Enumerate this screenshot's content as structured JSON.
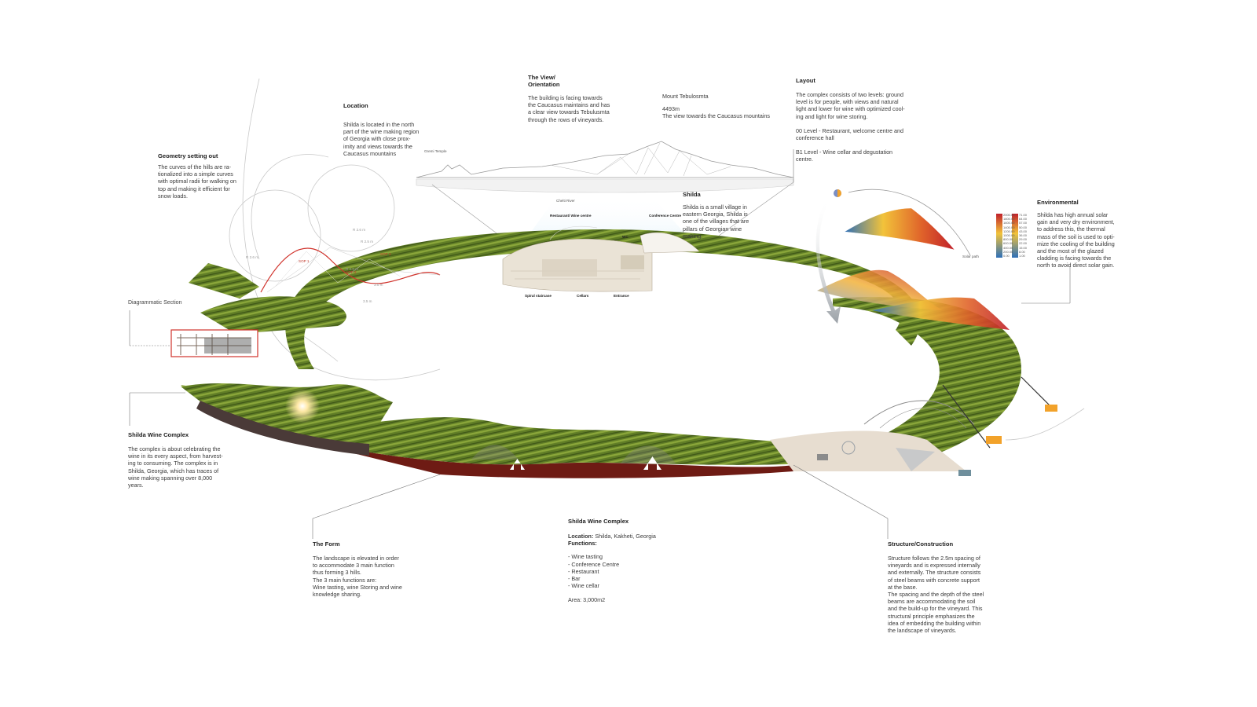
{
  "colors": {
    "background": "#ffffff",
    "vineyard_green": "#5e7a25",
    "vineyard_dark": "#3f561a",
    "base_red": "#6e1b14",
    "section_red": "#d0322b",
    "text": "#333333",
    "leader": "#777777"
  },
  "icons": [
    "sun-icon",
    "up-arrow-icon",
    "curved-arrow-icon"
  ],
  "blocks": {
    "geometry": {
      "title": "Geometry setting out",
      "body": "The curves of the hills are ra-\ntionalized into a simple curves\nwith optimal radii for walking on\ntop and making it efficient for\nsnow loads."
    },
    "location": {
      "title": "Location",
      "body": "Shilda is located in the north\npart of the wine making region\nof Georgia with close prox-\nimity and views towards the\nCaucasus mountains"
    },
    "view": {
      "title": "The View/\nOrientation",
      "body": "The building is facing towards\nthe Caucasus maintains and has\na clear view towards Tebulusmta\nthrough the rows of vineyards."
    },
    "mount": {
      "name": "Mount Tebulosmta",
      "height": "4493m",
      "caption": "The view towards the Caucasus mountains"
    },
    "layout": {
      "title": "Layout",
      "body": "The complex consists of two levels: ground\nlevel is for people, with views and natural\nlight and lower for wine with optimized cool-\ning and light for wine storing.",
      "level0": "00 Level - Restaurant, welcome centre and\nconference hall",
      "level1": "B1 Level - Wine cellar and degustation\ncentre."
    },
    "shilda": {
      "title": "Shilda",
      "body": "Shilda is a small village in\neastern Georgia, Shilda is\none of the villages that are\npillars of Georgian wine\nmaking."
    },
    "environmental": {
      "title": "Environmental",
      "body": "Shilda has high annual solar\ngain and very dry environment,\nto address this, the thermal\nmass of the soil is used to opti-\nmize the cooling of the building\nand the   most of the glazed\ncladding is facing towards the\nnorth to avoid direct solar gain."
    },
    "complex": {
      "title": "Shilda Wine Complex",
      "body": "The complex is about celebrating the\nwine in its every aspect, from harvest-\ning to consuming. The complex is in\nShilda, Georgia, which has  traces  of\nwine making spanning over 8,000\nyears."
    },
    "form": {
      "title": "The Form",
      "body": "The landscape is elevated in order\nto accommodate 3 main function\nthus forming 3 hills.\nThe 3 main functions are:\nWine tasting, wine Storing  and wine\nknowledge sharing."
    },
    "summary": {
      "title": "Shilda Wine Complex",
      "location_label": "Location:",
      "location_value": " Shilda, Kakheti, Georgia",
      "functions_label": "Functions:",
      "functions": [
        "- Wine tasting",
        "- Conference Centre",
        "- Restaurant",
        "- Bar",
        "- Wine cellar"
      ],
      "area": "Area: 3,000m2"
    },
    "structure": {
      "title": "Structure/Construction",
      "body": "Structure follows the 2.5m spacing of\nvineyards and is expressed internally\nand externally. The structure consists\nof steel beams with concrete support\nat the base.\nThe spacing and the depth of the steel\nbeams are accommodating the soil\nand the build-up for the vineyard. This\nstructural principle emphasizes the\nidea of embedding  the building within\nthe landscape of vineyards."
    }
  },
  "small_labels": {
    "diagrammatic_section": "Diagrammatic Section",
    "gremi_temple": "Gremi Temple",
    "chelti_river": "Chelti River",
    "solar_path": "Solar path",
    "restaurant": "Restaurant/ Wine centre",
    "conference": "Conference Centre",
    "wc": "WC",
    "spiral_staircase": "Spiral staircase",
    "cellars": "Cellars",
    "entrance": "Entrance",
    "r1": "R 2.6 m",
    "r2": "R 2.6 m",
    "r3": "R 2.5 m",
    "r4": "R 2.6 m",
    "d1": "3.5 m",
    "d2": "3.5 m",
    "sop1": "SOP 1",
    "sop2": "SOP 2",
    "sop3": "SOP 3"
  },
  "legend": {
    "values_a": [
      "2000.00",
      "1800.00",
      "1600.00",
      "1400.00",
      "1200.00",
      "1000.00",
      "800.00",
      "600.00",
      "400.00",
      "200.00",
      "0.00"
    ],
    "values_b": [
      "71.00",
      "64.00",
      "57.00",
      "50.00",
      "43.00",
      "36.00",
      "29.00",
      "22.00",
      "15.00",
      "8.00",
      "1.00"
    ]
  }
}
